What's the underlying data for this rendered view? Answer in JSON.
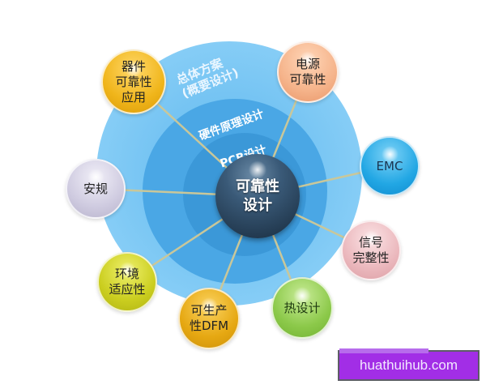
{
  "diagram": {
    "title": "可靠性设计",
    "center": {
      "label": "可靠性\n设计"
    },
    "layers": [
      {
        "id": "outer",
        "label": "总体方案\n(概要设计)",
        "color": "#7cc8f3"
      },
      {
        "id": "middle",
        "label": "硬件原理设计",
        "color": "#47a6e4"
      },
      {
        "id": "inner",
        "label": "PCB设计",
        "color": "#3a96d6"
      }
    ],
    "nodes": [
      {
        "id": "device",
        "label": "器件\n可靠性\n应用",
        "color": "#f0b51a"
      },
      {
        "id": "power",
        "label": "电源\n可靠性",
        "color": "#f5b38a"
      },
      {
        "id": "emc",
        "label": "EMC",
        "color": "#22a7e4"
      },
      {
        "id": "safety",
        "label": "安规",
        "color": "#cfcbe0"
      },
      {
        "id": "signal",
        "label": "信号\n完整性",
        "color": "#ebb8bd"
      },
      {
        "id": "environment",
        "label": "环境\n适应性",
        "color": "#cbce1f"
      },
      {
        "id": "thermal",
        "label": "热设计",
        "color": "#8cc94a"
      },
      {
        "id": "dfm",
        "label": "可生产\n性DFM",
        "color": "#e6a812"
      }
    ]
  },
  "watermark": {
    "text": "huathuihub.com",
    "color": "#a22ee6"
  }
}
